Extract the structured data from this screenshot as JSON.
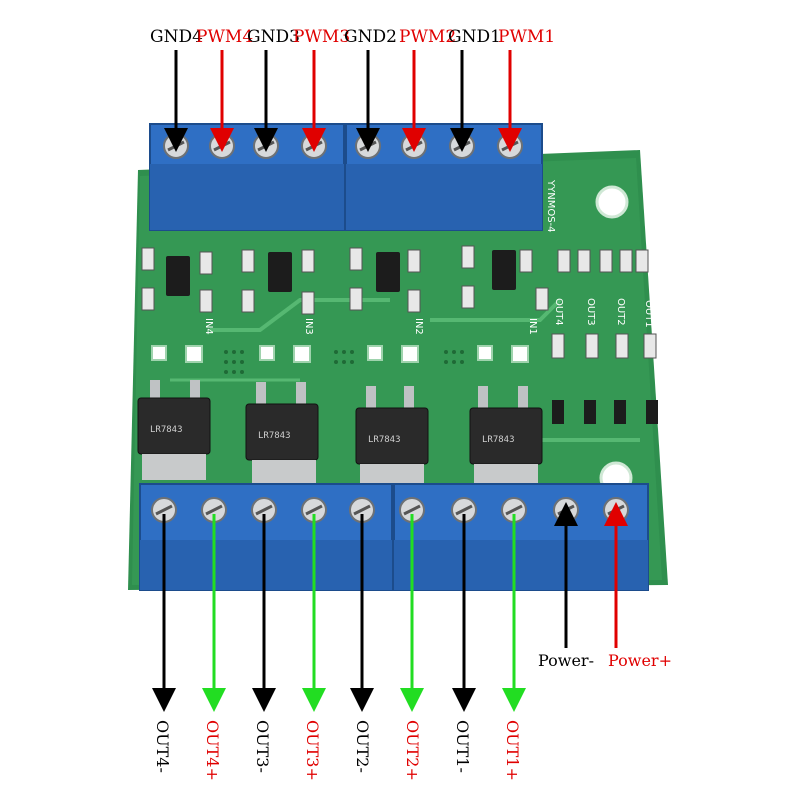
{
  "colors": {
    "gnd": "#000000",
    "pwm": "#e00000",
    "out_minus": "#000000",
    "out_plus_arrow": "#22dd22",
    "out_plus_text": "#e00000",
    "power_minus": "#000000",
    "power_plus": "#e00000",
    "pcb": "#2e8b4a",
    "terminal": "#2f6fc4"
  },
  "top_labels": [
    "GND4",
    "PWM4",
    "GND3",
    "PWM3",
    "GND2",
    "PWM2",
    "GND1",
    "PWM1"
  ],
  "bottom_labels": [
    "OUT4-",
    "OUT4+",
    "OUT3-",
    "OUT3+",
    "OUT2-",
    "OUT2+",
    "OUT1-",
    "OUT1+"
  ],
  "power_labels": {
    "minus": "Power-",
    "plus": "Power+"
  },
  "board": {
    "silkscreen_model": "YYNMOS-4",
    "out_marks": [
      "OUT4",
      "OUT3",
      "OUT2",
      "OUT1"
    ],
    "in_marks": [
      "IN4",
      "IN3",
      "IN2",
      "IN1"
    ],
    "mosfet_marking": "LR7843"
  }
}
